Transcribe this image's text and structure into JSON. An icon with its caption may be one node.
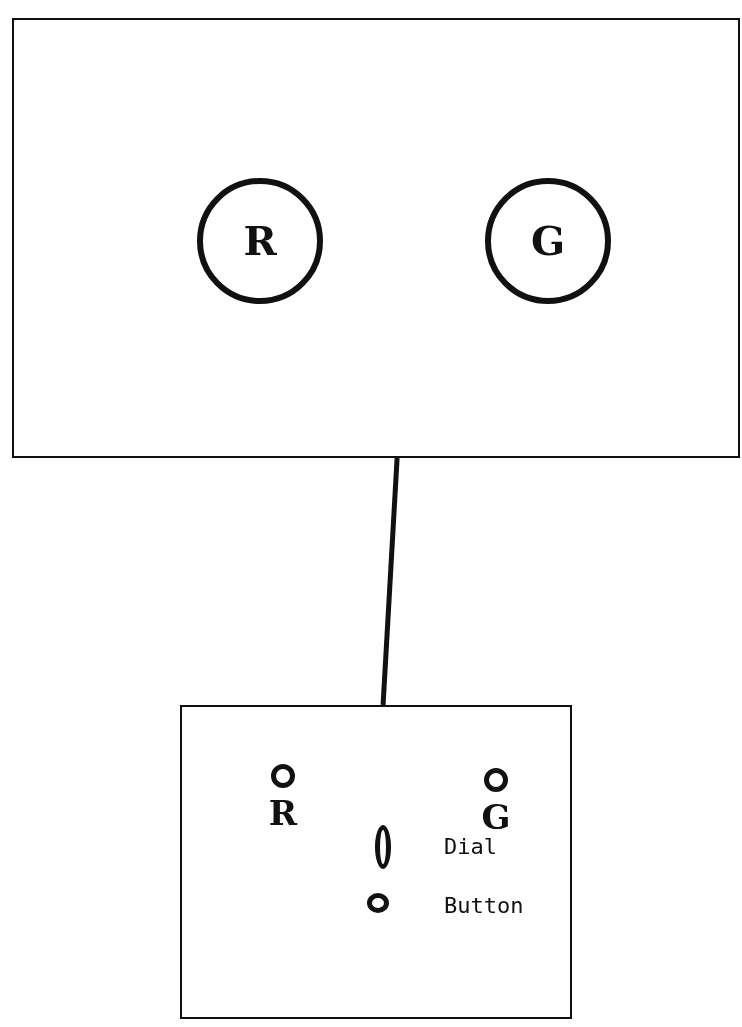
{
  "diagram": {
    "nodes": [
      {
        "text": [],
        "shape": "box"
      },
      {
        "text": [
          "R"
        ],
        "in": 0
      },
      {
        "text": [
          "G"
        ],
        "in": 0
      },
      {
        "text": [],
        "shape": "box"
      },
      {
        "text": [],
        "shape": "circle",
        "in": 3,
        "beside": [
          "R"
        ]
      },
      {
        "text": [],
        "shape": "circle",
        "in": 3,
        "beside": [
          "G"
        ]
      },
      {
        "text": [],
        "shape": "ellipse",
        "in": 3,
        "beside": [
          "Dial"
        ]
      },
      {
        "text": [],
        "shape": "circle",
        "in": 3,
        "beside": [
          "Button"
        ]
      }
    ],
    "edges": [
      {
        "from": 0,
        "to": 3,
        "arrow": "none"
      }
    ]
  }
}
